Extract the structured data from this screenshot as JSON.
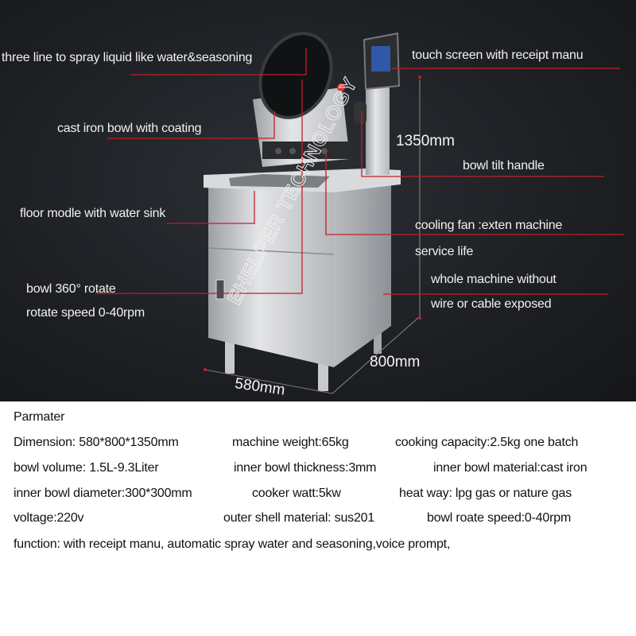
{
  "labels": {
    "spray": "three line to spray liquid like water&seasoning",
    "touch_screen": "touch screen with receipt manu",
    "bowl_coating": "cast iron bowl with coating",
    "height": "1350mm",
    "tilt_handle": "bowl tilt handle",
    "sink": "floor modle with water sink",
    "cooling_1": "cooling fan :exten machine",
    "cooling_2": "service life",
    "rotate_1": "bowl 360°  rotate",
    "rotate_2": "rotate speed 0-40rpm",
    "wire_1": "whole machine without",
    "wire_2": "wire or cable exposed",
    "depth": "800mm",
    "width": "580mm"
  },
  "watermark": "EHELPER TECHNOLOGY",
  "colors": {
    "annotation_line": "#c0202a",
    "background": "#1d1f23",
    "steel": "#c9cbcf"
  },
  "specs": {
    "heading": "Parmater",
    "rows": [
      [
        "Dimension: 580*800*1350mm",
        "machine weight:65kg",
        "cooking capacity:2.5kg one batch"
      ],
      [
        "bowl volume: 1.5L-9.3Liter",
        "inner bowl thickness:3mm",
        "inner  bowl material:cast iron"
      ],
      [
        "inner bowl diameter:300*300mm",
        "cooker watt:5kw",
        "heat way: lpg gas or nature gas"
      ],
      [
        "voltage:220v",
        "outer shell material: sus201",
        "bowl roate speed:0-40rpm"
      ],
      [
        "function:  with receipt manu,  automatic  spray  water and seasoning,voice prompt,"
      ]
    ]
  }
}
